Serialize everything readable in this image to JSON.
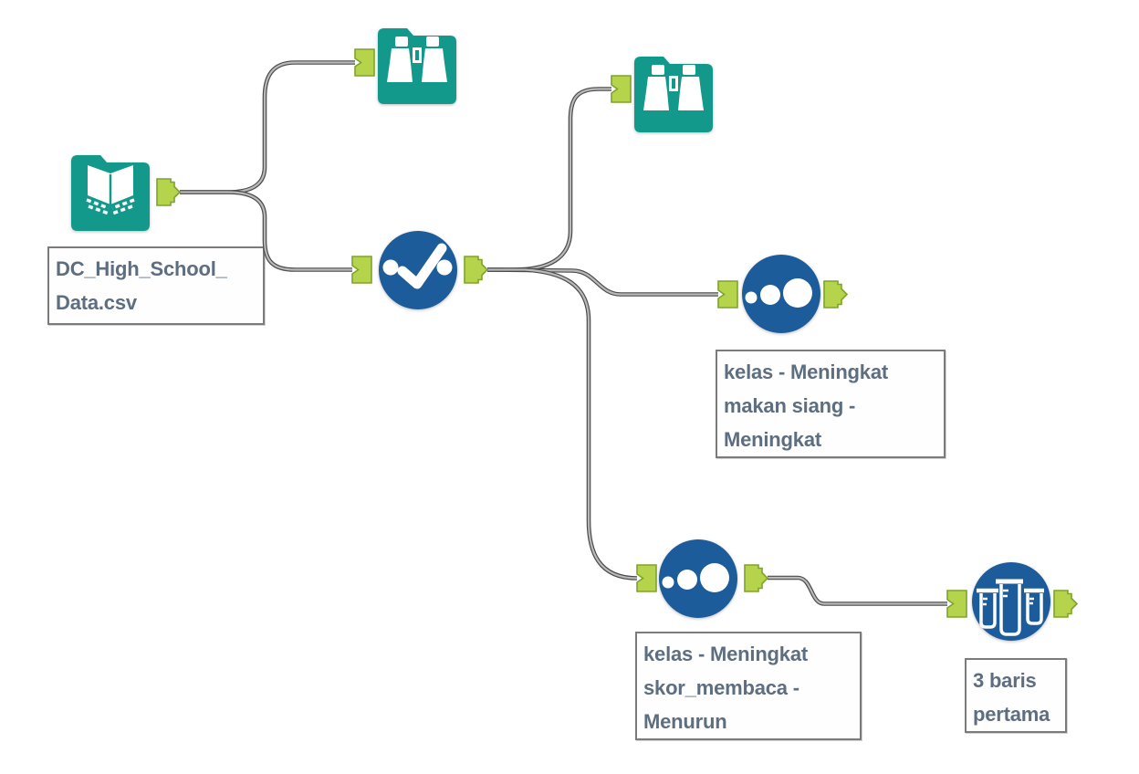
{
  "app": {
    "surface": "workflow-canvas"
  },
  "colors": {
    "canvas_background": "#ffffff",
    "tool_teal": "#12998B",
    "tool_blue": "#1D5C9B",
    "anchor_green": "#B5D44C",
    "anchor_border": "#7EA32C",
    "wire_outline": "#4B4B4B",
    "wire_fill": "#B9B9B9",
    "annotation_border": "#7B7B7B",
    "annotation_text": "#5D6E80"
  },
  "tools": {
    "input": {
      "icon": "open-book-icon",
      "annotation_lines": [
        "DC_High_School_",
        "Data.csv"
      ]
    },
    "browse_top": {
      "icon": "binoculars-icon"
    },
    "select": {
      "icon": "checkmark-dots-icon"
    },
    "browse_mid": {
      "icon": "binoculars-icon"
    },
    "sort_lunch": {
      "icon": "dots-ascending-icon",
      "annotation_lines": [
        "kelas - Meningkat",
        "makan siang -",
        "Meningkat"
      ]
    },
    "sort_reading": {
      "icon": "dots-ascending-icon",
      "annotation_lines": [
        "kelas - Meningkat",
        "skor_membaca -",
        "Menurun"
      ]
    },
    "sample": {
      "icon": "test-tubes-icon",
      "annotation_lines": [
        "3 baris",
        "pertama"
      ]
    }
  },
  "connections": [
    {
      "from": "input",
      "to": "browse_top"
    },
    {
      "from": "input",
      "to": "select"
    },
    {
      "from": "select",
      "to": "browse_mid"
    },
    {
      "from": "select",
      "to": "sort_lunch"
    },
    {
      "from": "select",
      "to": "sort_reading"
    },
    {
      "from": "sort_reading",
      "to": "sample"
    }
  ]
}
